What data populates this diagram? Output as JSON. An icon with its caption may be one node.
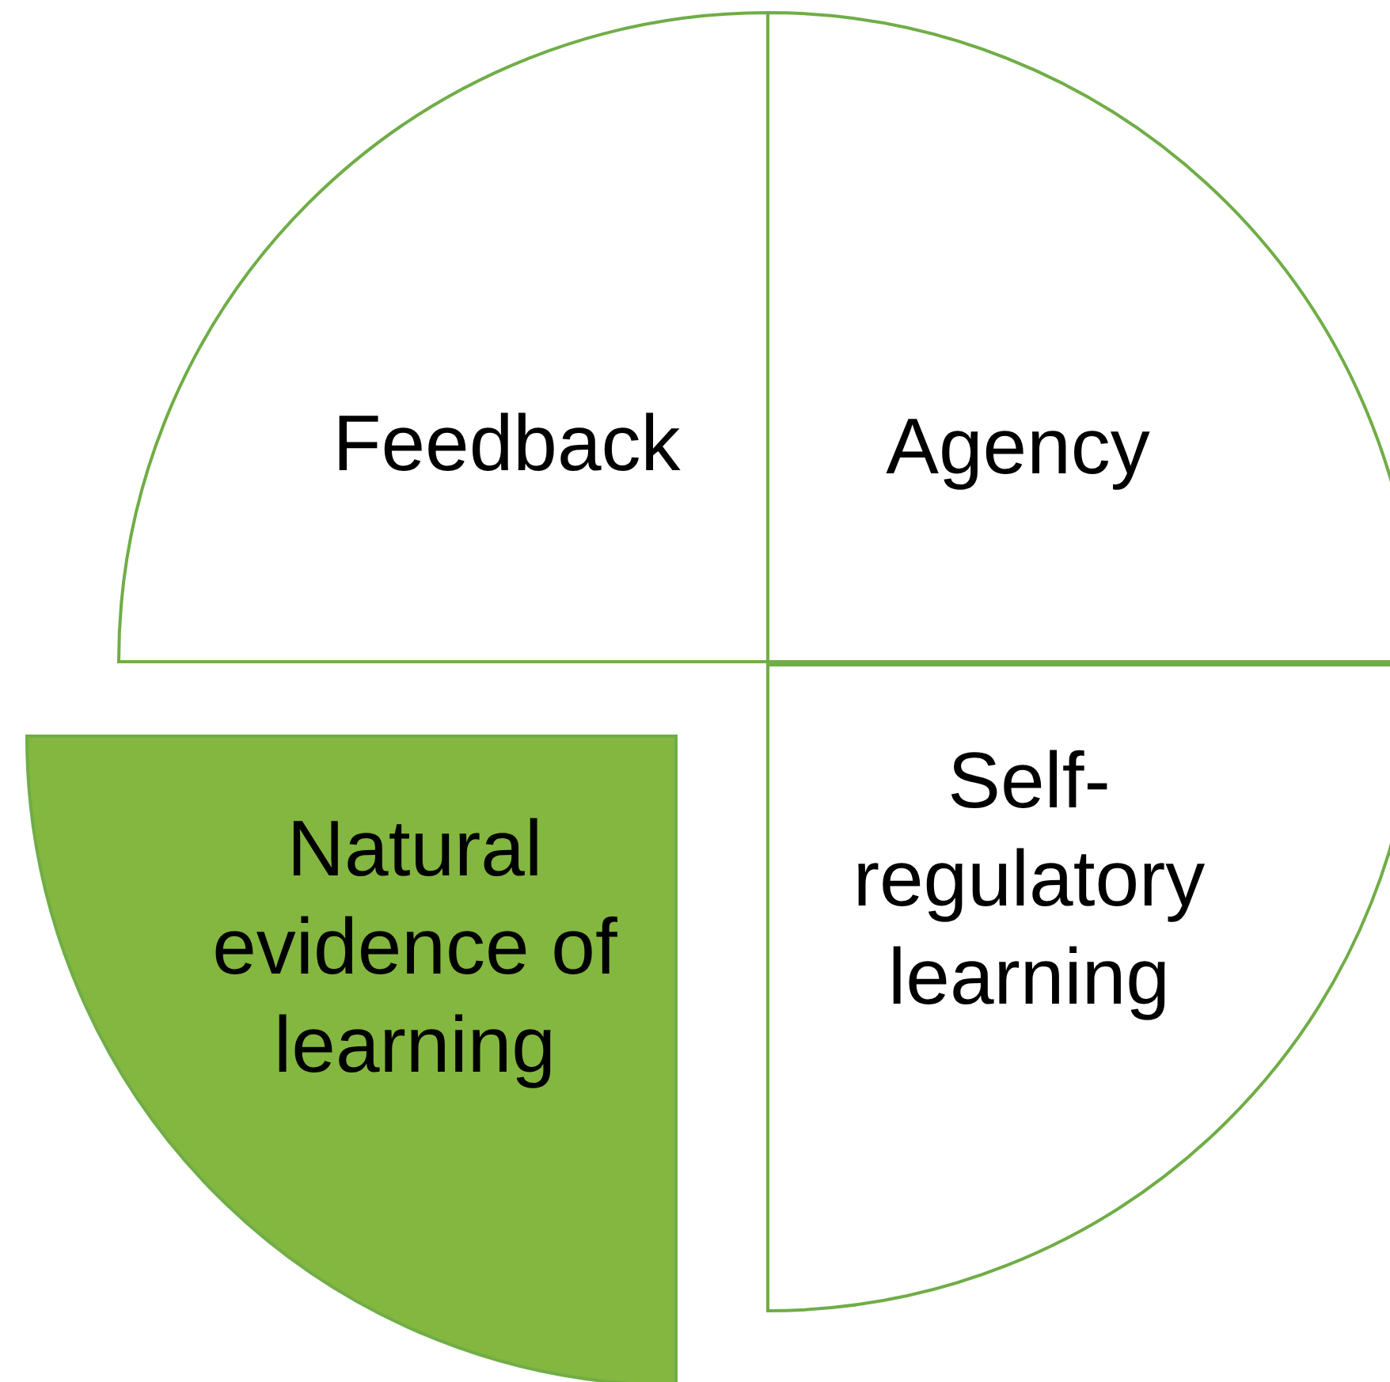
{
  "diagram": {
    "nodes": [
      {
        "text": [
          "Feedback"
        ]
      },
      {
        "text": [
          "Agency"
        ]
      },
      {
        "text": [
          "Natural evidence of learning"
        ]
      },
      {
        "text": [
          "Self-regulatory learning"
        ]
      }
    ]
  }
}
